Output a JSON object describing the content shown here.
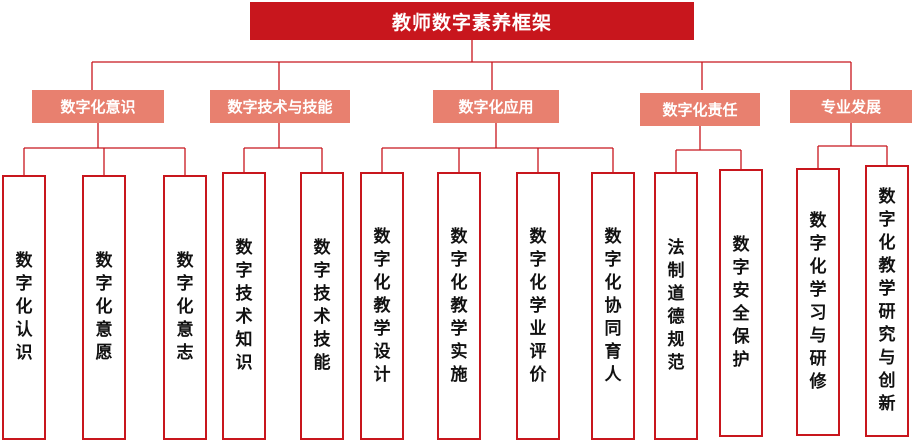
{
  "root": {
    "label": "教师数字素养框架"
  },
  "categories": [
    {
      "label": "数字化意识",
      "leaves": [
        "数字化认识",
        "数字化意愿",
        "数字化意志"
      ]
    },
    {
      "label": "数字技术与技能",
      "leaves": [
        "数字技术知识",
        "数字技术技能"
      ]
    },
    {
      "label": "数字化应用",
      "leaves": [
        "数字化教学设计",
        "数字化教学实施",
        "数字化学业评价",
        "数字化协同育人"
      ]
    },
    {
      "label": "数字化责任",
      "leaves": [
        "法制道德规范",
        "数字安全保护"
      ]
    },
    {
      "label": "专业发展",
      "leaves": [
        "数字化学习与研修",
        "数字化教学研究与创新"
      ]
    }
  ],
  "colors": {
    "root_fill": "#c8161d",
    "category_fill": "#e8806f",
    "leaf_border": "#c8161d",
    "line": "#c8161d"
  }
}
